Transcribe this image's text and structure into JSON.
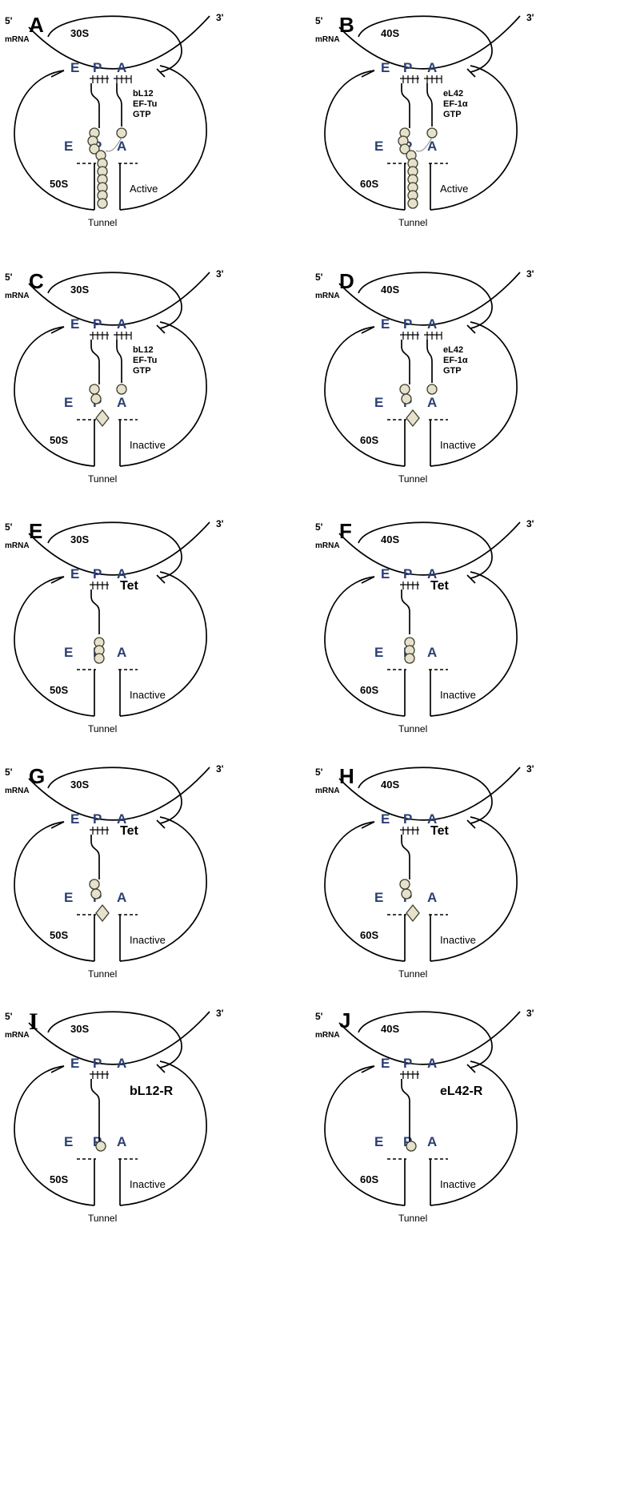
{
  "site_color": "#2b3f73",
  "panels": [
    {
      "label": "A",
      "small": "30S",
      "large": "50S",
      "ptrna": true,
      "atrna": true,
      "factor": [
        "bL12",
        "EF-Tu",
        "GTP"
      ],
      "factor_style": "small",
      "chain": "long",
      "status": "Active",
      "five": "5'",
      "three": "3'",
      "mrna": "mRNA",
      "tunnel": "Tunnel",
      "sites": {
        "E": "E",
        "P": "P",
        "A": "A"
      }
    },
    {
      "label": "B",
      "small": "40S",
      "large": "60S",
      "ptrna": true,
      "atrna": true,
      "factor": [
        "eL42",
        "EF-1α",
        "GTP"
      ],
      "factor_style": "small",
      "chain": "long",
      "status": "Active",
      "five": "5'",
      "three": "3'",
      "mrna": "mRNA",
      "tunnel": "Tunnel",
      "sites": {
        "E": "E",
        "P": "P",
        "A": "A"
      }
    },
    {
      "label": "C",
      "small": "30S",
      "large": "50S",
      "ptrna": true,
      "atrna": true,
      "factor": [
        "bL12",
        "EF-Tu",
        "GTP"
      ],
      "factor_style": "small",
      "chain": "diamond",
      "status": "Inactive",
      "five": "5'",
      "three": "3'",
      "mrna": "mRNA",
      "tunnel": "Tunnel",
      "sites": {
        "E": "E",
        "P": "P",
        "A": "A"
      }
    },
    {
      "label": "D",
      "small": "40S",
      "large": "60S",
      "ptrna": true,
      "atrna": true,
      "factor": [
        "eL42",
        "EF-1α",
        "GTP"
      ],
      "factor_style": "small",
      "chain": "diamond",
      "status": "Inactive",
      "five": "5'",
      "three": "3'",
      "mrna": "mRNA",
      "tunnel": "Tunnel",
      "sites": {
        "E": "E",
        "P": "P",
        "A": "A"
      }
    },
    {
      "label": "E",
      "small": "30S",
      "large": "50S",
      "ptrna": true,
      "atrna": false,
      "factor": [
        "Tet"
      ],
      "factor_style": "big",
      "chain": "short",
      "status": "Inactive",
      "five": "5'",
      "three": "3'",
      "mrna": "mRNA",
      "tunnel": "Tunnel",
      "sites": {
        "E": "E",
        "P": "P",
        "A": "A"
      }
    },
    {
      "label": "F",
      "small": "40S",
      "large": "60S",
      "ptrna": true,
      "atrna": false,
      "factor": [
        "Tet"
      ],
      "factor_style": "big",
      "chain": "short",
      "status": "Inactive",
      "five": "5'",
      "three": "3'",
      "mrna": "mRNA",
      "tunnel": "Tunnel",
      "sites": {
        "E": "E",
        "P": "P",
        "A": "A"
      }
    },
    {
      "label": "G",
      "small": "30S",
      "large": "50S",
      "ptrna": true,
      "atrna": false,
      "factor": [
        "Tet"
      ],
      "factor_style": "big",
      "chain": "diamond",
      "status": "Inactive",
      "five": "5'",
      "three": "3'",
      "mrna": "mRNA",
      "tunnel": "Tunnel",
      "sites": {
        "E": "E",
        "P": "P",
        "A": "A"
      }
    },
    {
      "label": "H",
      "small": "40S",
      "large": "60S",
      "ptrna": true,
      "atrna": false,
      "factor": [
        "Tet"
      ],
      "factor_style": "big",
      "chain": "diamond",
      "status": "Inactive",
      "five": "5'",
      "three": "3'",
      "mrna": "mRNA",
      "tunnel": "Tunnel",
      "sites": {
        "E": "E",
        "P": "P",
        "A": "A"
      }
    },
    {
      "label": "I",
      "small": "30S",
      "large": "50S",
      "ptrna": true,
      "atrna": false,
      "factor": [
        "bL12-R"
      ],
      "factor_style": "big",
      "chain": "single",
      "status": "Inactive",
      "five": "5'",
      "three": "3'",
      "mrna": "mRNA",
      "tunnel": "Tunnel",
      "sites": {
        "E": "E",
        "P": "P",
        "A": "A"
      }
    },
    {
      "label": "J",
      "small": "40S",
      "large": "60S",
      "ptrna": true,
      "atrna": false,
      "factor": [
        "eL42-R"
      ],
      "factor_style": "big",
      "chain": "single",
      "status": "Inactive",
      "five": "5'",
      "three": "3'",
      "mrna": "mRNA",
      "tunnel": "Tunnel",
      "sites": {
        "E": "E",
        "P": "P",
        "A": "A"
      }
    }
  ]
}
